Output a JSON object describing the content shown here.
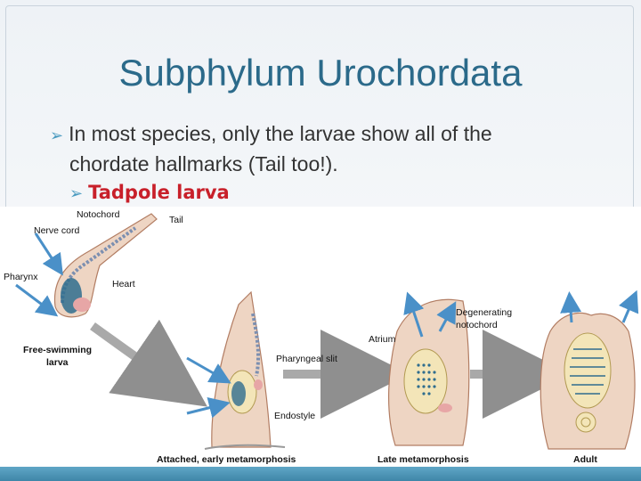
{
  "slide": {
    "title": "Subphylum Urochordata",
    "bullet_main_line1": "In most species, only the larvae show all of the",
    "bullet_main_line2": "chordate hallmarks (Tail too!).",
    "bullet_sub": "Tadpole larva"
  },
  "figure": {
    "labels": {
      "notochord": "Notochord",
      "tail": "Tail",
      "nerve_cord": "Nerve cord",
      "pharynx": "Pharynx",
      "heart": "Heart",
      "free_swimming_1": "Free-swimming",
      "free_swimming_2": "larva",
      "pharyngeal_slit": "Pharyngeal slit",
      "endostyle": "Endostyle",
      "atrium": "Atrium",
      "degenerating_1": "Degenerating",
      "degenerating_2": "notochord"
    },
    "captions": {
      "stage_attached": "Attached, early metamorphosis",
      "stage_late": "Late metamorphosis",
      "stage_adult": "Adult"
    }
  },
  "colors": {
    "title": "#2b6a8a",
    "bullet_glyph": "#4b9bc0",
    "sub_bullet": "#c8202a",
    "tunic": "#eed5c3",
    "tunic_stroke": "#b27d63",
    "arrow_blue": "#4a90c8",
    "arrow_gray": "#9a9a9a"
  },
  "icons": {
    "bullet": "arrow-bullet-icon"
  }
}
